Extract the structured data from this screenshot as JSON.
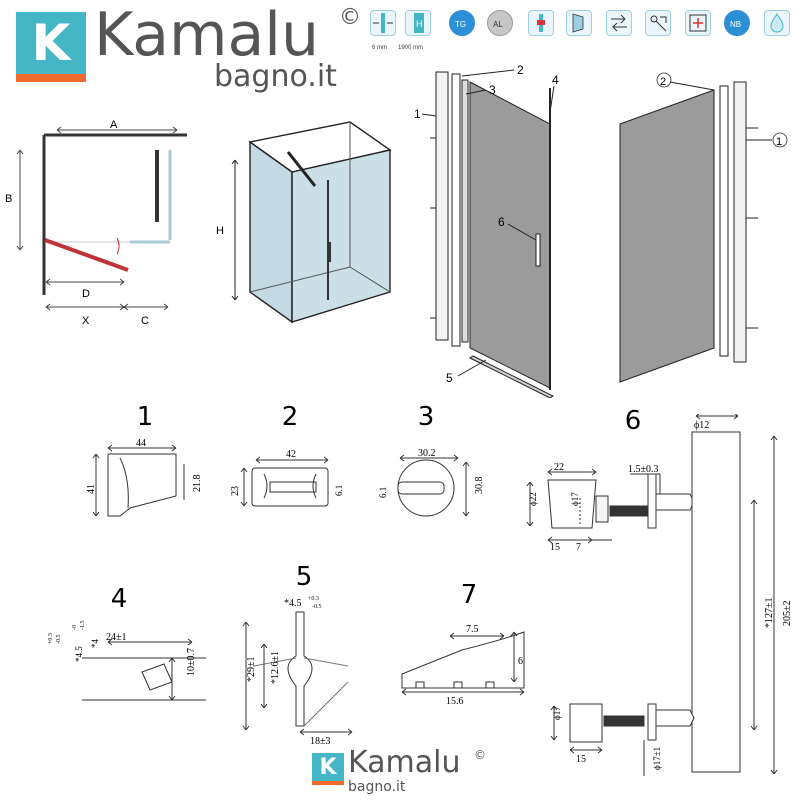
{
  "brand": {
    "k_letter": "K",
    "name": "Kamalu",
    "copyright": "©",
    "sub": "bagno.it",
    "colors": {
      "teal": "#45b6c6",
      "orange": "#f26a2e",
      "glass": "#a9cbd6",
      "grey_glass": "#9b9b9b",
      "red_door": "#c0333a"
    }
  },
  "features": {
    "thickness": "6 mm",
    "height": "1900 mm",
    "badge_tg": "TG",
    "badge_al": "AL",
    "badge_nb": "NB"
  },
  "plan_view": {
    "label_a": "A",
    "label_b": "B",
    "label_d": "D",
    "label_x": "X",
    "label_c": "C"
  },
  "box_view": {
    "label_h": "H"
  },
  "exploded": {
    "callouts": [
      "1",
      "2",
      "3",
      "4",
      "5",
      "6"
    ],
    "rear_callouts": [
      "2",
      "1"
    ]
  },
  "part_numbers": [
    "1",
    "2",
    "3",
    "4",
    "5",
    "6",
    "7"
  ],
  "part1": {
    "width": "44",
    "height": "41",
    "inner": "21.8"
  },
  "part2": {
    "width": "42",
    "height": "23",
    "inner": "6.1"
  },
  "part3": {
    "width": "30.2",
    "height": "30.8",
    "inner": "6.1"
  },
  "part4": {
    "width": "24±1",
    "height": "10±0.7",
    "tol_a": "*4",
    "tol_a_sup": "-0",
    "tol_a_sub": "-1.5",
    "tol_b": "*4.5",
    "tol_b_sup": "+0.3",
    "tol_b_sub": "-0.5"
  },
  "part5": {
    "top": "*4.5",
    "top_sup": "+0.3",
    "top_sub": "-0.5",
    "height": "*29±1",
    "inner": "*12.6±1",
    "base": "18±3"
  },
  "part6": {
    "cap_width": "22",
    "cap_dia": "ϕ22",
    "stem_dia": "ϕ17",
    "depth_a": "15",
    "depth_b": "7",
    "screw": "1.5±0.3",
    "bar_dia": "ϕ12",
    "inner_len": "*127±1",
    "total_len": "205±2",
    "foot_dia": "ϕ17",
    "foot_depth": "15",
    "foot_dia_b": "ϕ17±1"
  },
  "part7": {
    "top": "7.5",
    "height": "6",
    "base": "15.6"
  }
}
